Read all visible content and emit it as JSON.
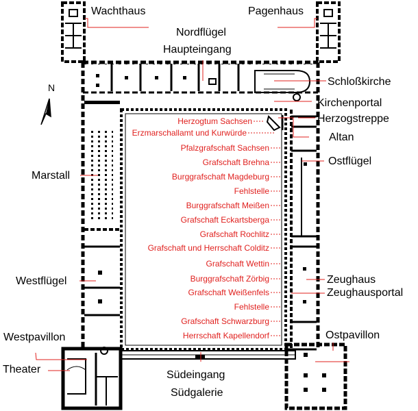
{
  "plan": {
    "building_labels": {
      "wachthaus": "Wachthaus",
      "pagenhaus": "Pagenhaus",
      "nordfluegel": "Nordflügel",
      "haupteingang": "Haupteingang",
      "schlosskirche": "Schloßkirche",
      "kirchenportal": "Kirchenportal",
      "herzogstreppe": "Herzogstreppe",
      "altan": "Altan",
      "ostfluegel": "Ostflügel",
      "marstall": "Marstall",
      "westfluegel": "Westflügel",
      "zeughaus": "Zeughaus",
      "zeughausportal": "Zeughausportal",
      "westpavillon": "Westpavillon",
      "ostpavillon": "Ostpavillon",
      "theater": "Theater",
      "suedeingang": "Südeingang",
      "suedgalerie": "Südgalerie"
    },
    "compass": "N",
    "heraldic_fields": [
      "Herzogtum Sachsen",
      "Erzmarschallamt und Kurwürde",
      "Pfalzgrafschaft Sachsen",
      "Grafschaft Brehna",
      "Burggrafschaft Magdeburg",
      "Fehlstelle",
      "Burggrafschaft Meißen",
      "Grafschaft Eckartsberga",
      "Grafschaft Rochlitz",
      "Grafschaft und Herrschaft Colditz",
      "Grafschaft Wettin",
      "Burggrafschaft Zörbig",
      "Grafschaft Weißenfels",
      "Fehlstelle",
      "Grafschaft Schwarzburg",
      "Herrschaft Kapellendorf"
    ],
    "colors": {
      "wall": "#000000",
      "label": "#000000",
      "annotation": "#e0201e",
      "leader": "#e0201e"
    }
  }
}
